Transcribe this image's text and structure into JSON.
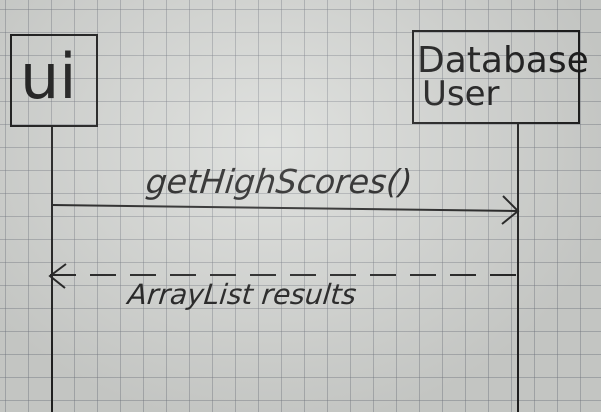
{
  "diagram": {
    "participants": [
      {
        "label_lines": [
          "ui"
        ]
      },
      {
        "label_lines": [
          "Database",
          "User"
        ]
      }
    ],
    "messages": [
      {
        "label": "getHighScores()",
        "style": "solid"
      },
      {
        "label": "ArrayList results",
        "style": "dashed"
      }
    ],
    "ink_color": "#1d1d1d",
    "paper_color": "#d9dbd8"
  }
}
